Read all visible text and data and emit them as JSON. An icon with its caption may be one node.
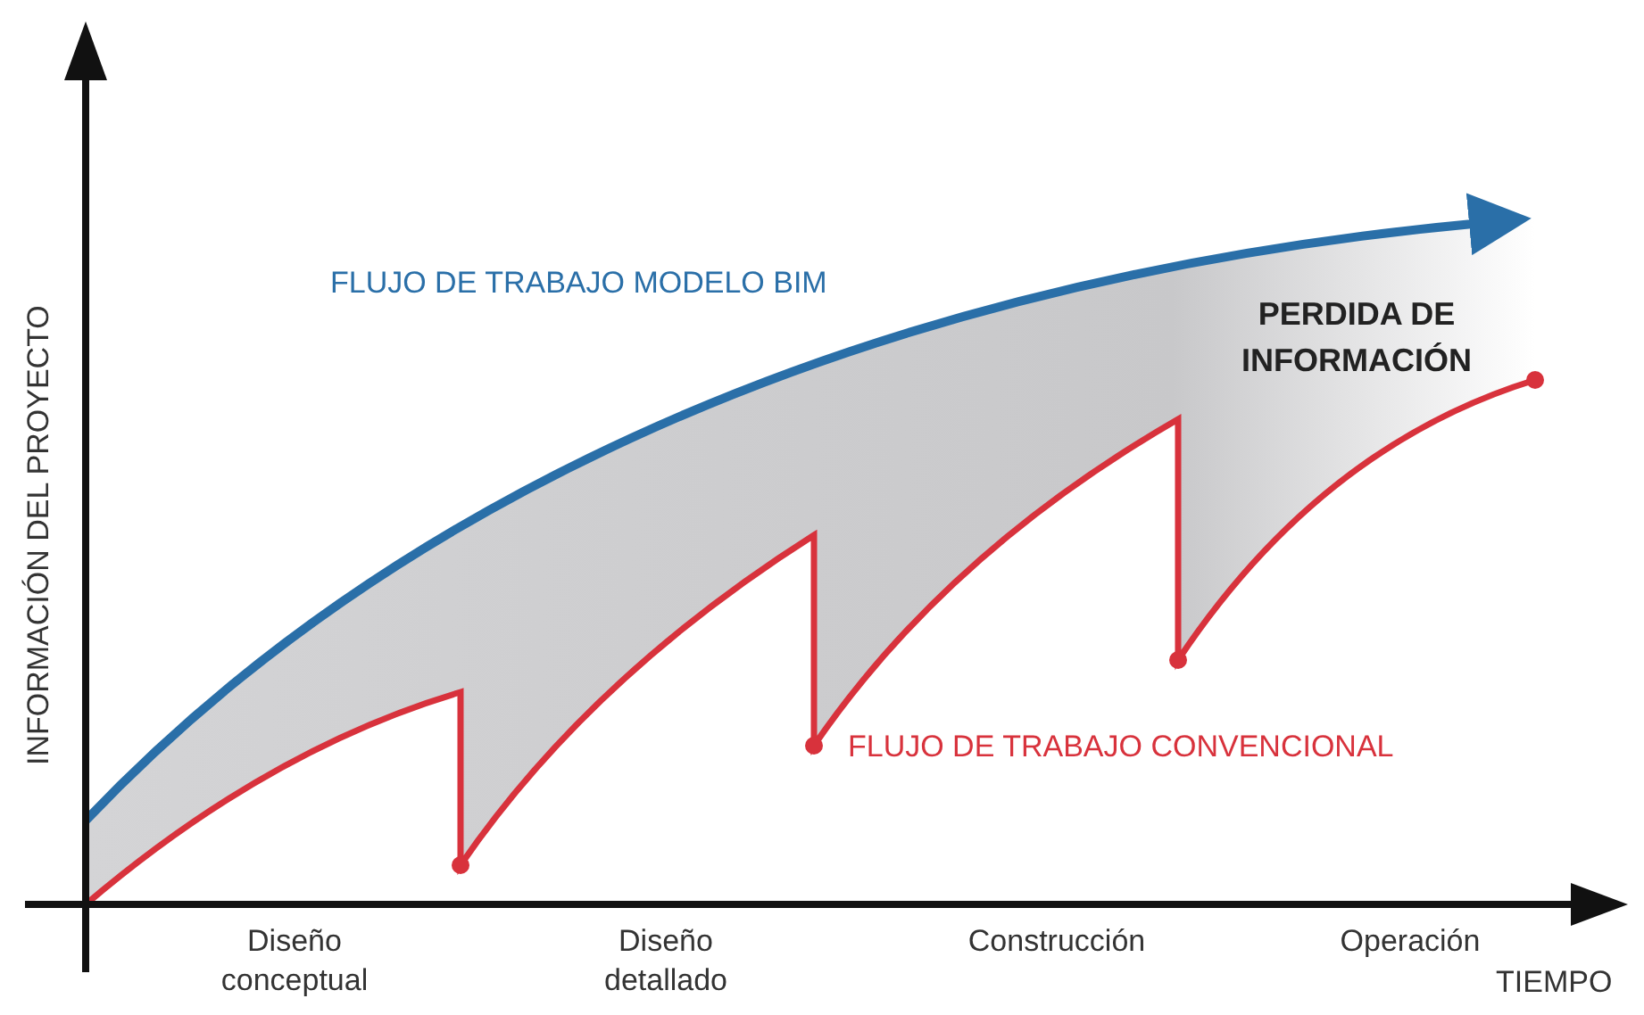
{
  "diagram": {
    "labels": [
      "INFORMACIÓN DEL PROYECTO",
      "FLUJO DE TRABAJO MODELO BIM",
      "PERDIDA DE INFORMACIÓN",
      "FLUJO DE TRABAJO CONVENCIONAL",
      "Diseño conceptual",
      "Diseño detallado",
      "Construcción",
      "Operación",
      "TIEMPO"
    ]
  }
}
